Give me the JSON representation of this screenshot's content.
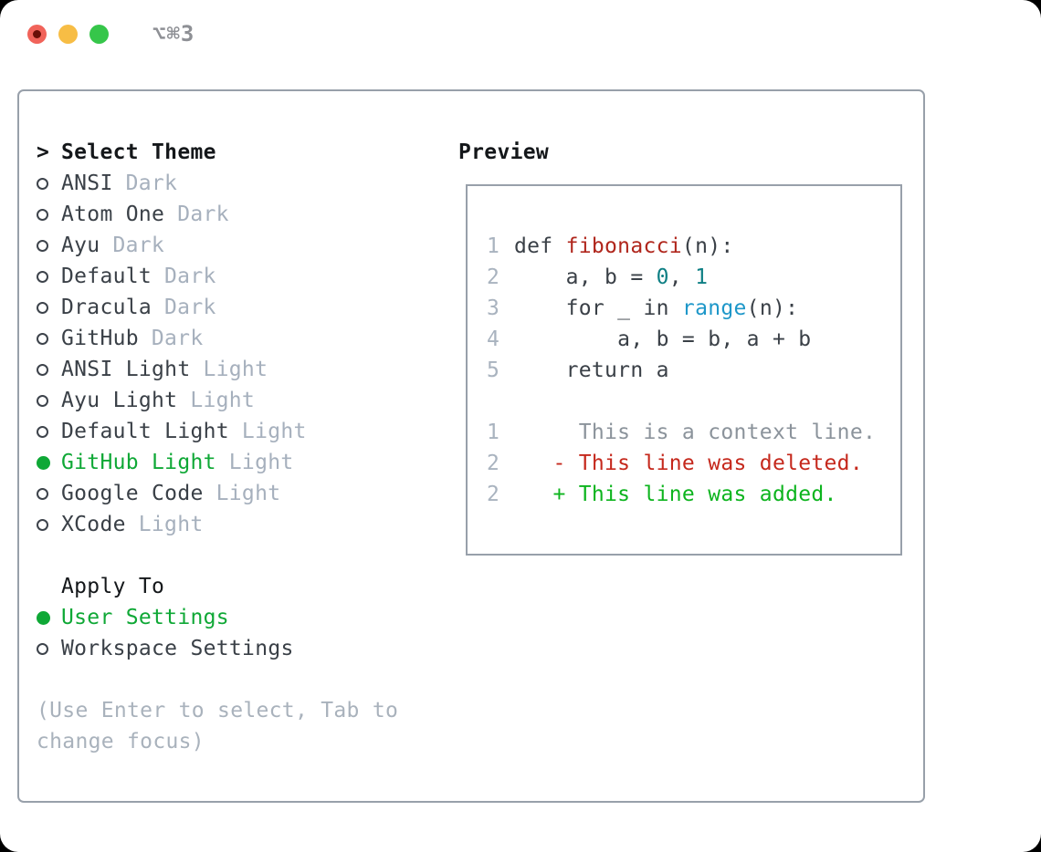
{
  "titlebar": {
    "shortcut": "⌥⌘3"
  },
  "colors": {
    "accent_green": "#0fa836",
    "added_green": "#0db41e",
    "deleted_red": "#c5281c",
    "function_red": "#b0261c",
    "number_teal": "#0e7f84",
    "builtin_blue": "#1e97c9",
    "tag_gray": "#a6b0bd",
    "context_gray": "#8b939b",
    "gutter_gray": "#a9b3bf",
    "hint_gray": "#a9b2bc",
    "text_dark": "#3a4047",
    "heading_black": "#14171a",
    "border_gray": "#98a0aa",
    "traffic_red": "#f1635a",
    "traffic_yellow": "#f7bd45",
    "traffic_green": "#36c64a"
  },
  "panel": {
    "cursor": ">",
    "title": "Select Theme",
    "themes": [
      {
        "name": "ANSI",
        "tag": "Dark",
        "selected": false
      },
      {
        "name": "Atom One",
        "tag": "Dark",
        "selected": false
      },
      {
        "name": "Ayu",
        "tag": "Dark",
        "selected": false
      },
      {
        "name": "Default",
        "tag": "Dark",
        "selected": false
      },
      {
        "name": "Dracula",
        "tag": "Dark",
        "selected": false
      },
      {
        "name": "GitHub",
        "tag": "Dark",
        "selected": false
      },
      {
        "name": "ANSI Light",
        "tag": "Light",
        "selected": false
      },
      {
        "name": "Ayu Light",
        "tag": "Light",
        "selected": false
      },
      {
        "name": "Default Light",
        "tag": "Light",
        "selected": false
      },
      {
        "name": "GitHub Light",
        "tag": "Light",
        "selected": true
      },
      {
        "name": "Google Code",
        "tag": "Light",
        "selected": false
      },
      {
        "name": "XCode",
        "tag": "Light",
        "selected": false
      }
    ]
  },
  "apply_to": {
    "label": "Apply To",
    "options": [
      {
        "name": "User Settings",
        "selected": true
      },
      {
        "name": "Workspace Settings",
        "selected": false
      }
    ]
  },
  "hint": {
    "line1": "(Use Enter to select, Tab to",
    "line2": "change focus)"
  },
  "preview": {
    "title": "Preview",
    "code_lines": [
      {
        "num": "1",
        "segments": [
          {
            "t": "def ",
            "c": "plain"
          },
          {
            "t": "fibonacci",
            "c": "func"
          },
          {
            "t": "(n):",
            "c": "plain"
          }
        ]
      },
      {
        "num": "2",
        "segments": [
          {
            "t": "    a, b = ",
            "c": "plain"
          },
          {
            "t": "0",
            "c": "number"
          },
          {
            "t": ", ",
            "c": "plain"
          },
          {
            "t": "1",
            "c": "number"
          }
        ]
      },
      {
        "num": "3",
        "segments": [
          {
            "t": "    for _ in ",
            "c": "plain"
          },
          {
            "t": "range",
            "c": "builtin"
          },
          {
            "t": "(n):",
            "c": "plain"
          }
        ]
      },
      {
        "num": "4",
        "segments": [
          {
            "t": "        a, b = b, a + b",
            "c": "plain"
          }
        ]
      },
      {
        "num": "5",
        "segments": [
          {
            "t": "    return a",
            "c": "plain"
          }
        ]
      }
    ],
    "diff_lines": [
      {
        "num": "1",
        "segments": [
          {
            "t": "     This is a context line.",
            "c": "context"
          }
        ]
      },
      {
        "num": "2",
        "segments": [
          {
            "t": "   - This line was deleted.",
            "c": "deleted"
          }
        ]
      },
      {
        "num": "2",
        "segments": [
          {
            "t": "   + This line was added.",
            "c": "added"
          }
        ]
      }
    ]
  }
}
